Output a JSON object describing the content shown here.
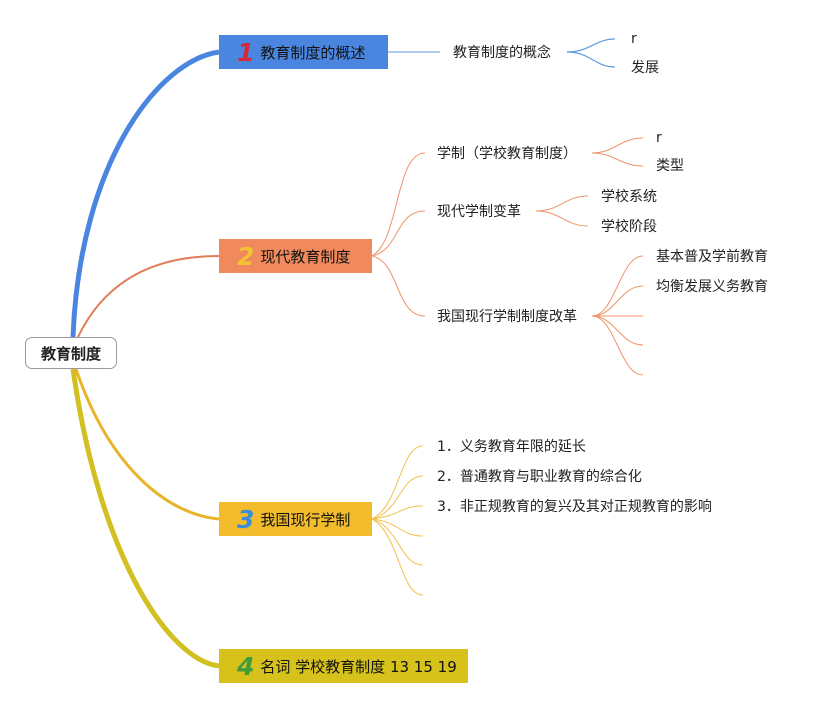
{
  "root": {
    "label": "教育制度"
  },
  "branches": [
    {
      "num": "1",
      "label": "教育制度的概述"
    },
    {
      "num": "2",
      "label": "现代教育制度"
    },
    {
      "num": "3",
      "label": "我国现行学制"
    },
    {
      "num": "4",
      "label": "名词 学校教育制度 13 15 19"
    }
  ],
  "b1": {
    "concept": "教育制度的概念",
    "leaves": [
      "r",
      "发展"
    ]
  },
  "b2": {
    "xuezhi": "学制（学校教育制度）",
    "xuezhi_leaves": [
      "r",
      "类型"
    ],
    "biange": "现代学制变革",
    "biange_leaves": [
      "学校系统",
      "学校阶段"
    ],
    "gaige": "我国现行学制制度改革",
    "gaige_leaves": [
      "基本普及学前教育",
      "均衡发展义务教育"
    ]
  },
  "b3": {
    "items": [
      "1．义务教育年限的延长",
      "2．普通教育与职业教育的综合化",
      "3．非正规教育的复兴及其对正规教育的影响"
    ]
  },
  "colors": {
    "blue": "#4a86e0",
    "orange": "#f08a5c",
    "amber": "#f2bc2c",
    "olive": "#d6c21a"
  }
}
